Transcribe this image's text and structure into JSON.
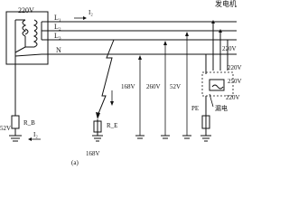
{
  "header_text": "发电机",
  "transformer": {
    "voltage": "220V"
  },
  "lines": {
    "l1": "L₁",
    "l2": "L₂",
    "l3": "L₃",
    "n": "N"
  },
  "currents": {
    "top": "I₂",
    "bottom_left": "I₂"
  },
  "resistors": {
    "rb": "R_B",
    "re": "R_E"
  },
  "voltages": {
    "left": "52V",
    "fault_ground": "168V",
    "mid_168": "168V",
    "mid_260": "260V",
    "mid_52": "52V",
    "box_right_1": "220V",
    "box_right_2": "220V",
    "box_right_3": "250V",
    "box_right_4": "220V"
  },
  "labels": {
    "pe": "PE",
    "leak": "漏电",
    "caption": "(a)"
  }
}
